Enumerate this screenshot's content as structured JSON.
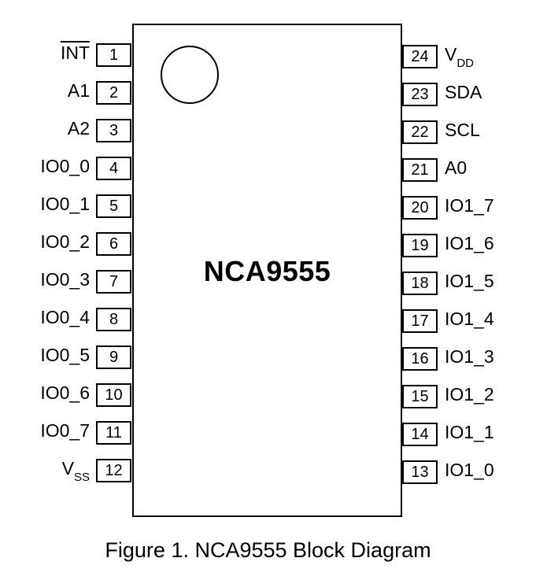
{
  "chip": {
    "name": "NCA9555"
  },
  "pins": {
    "left": [
      {
        "num": "1",
        "label": "INT",
        "overline": true
      },
      {
        "num": "2",
        "label": "A1"
      },
      {
        "num": "3",
        "label": "A2"
      },
      {
        "num": "4",
        "label": "IO0_0"
      },
      {
        "num": "5",
        "label": "IO0_1"
      },
      {
        "num": "6",
        "label": "IO0_2"
      },
      {
        "num": "7",
        "label": "IO0_3"
      },
      {
        "num": "8",
        "label": "IO0_4"
      },
      {
        "num": "9",
        "label": "IO0_5"
      },
      {
        "num": "10",
        "label": "IO0_6"
      },
      {
        "num": "11",
        "label": "IO0_7"
      },
      {
        "num": "12",
        "label": "V",
        "sub": "SS"
      }
    ],
    "right": [
      {
        "num": "24",
        "label": "V",
        "sub": "DD"
      },
      {
        "num": "23",
        "label": "SDA"
      },
      {
        "num": "22",
        "label": "SCL"
      },
      {
        "num": "21",
        "label": "A0"
      },
      {
        "num": "20",
        "label": "IO1_7"
      },
      {
        "num": "19",
        "label": "IO1_6"
      },
      {
        "num": "18",
        "label": "IO1_5"
      },
      {
        "num": "17",
        "label": "IO1_4"
      },
      {
        "num": "16",
        "label": "IO1_3"
      },
      {
        "num": "15",
        "label": "IO1_2"
      },
      {
        "num": "14",
        "label": "IO1_1"
      },
      {
        "num": "13",
        "label": "IO1_0"
      }
    ]
  },
  "caption": "Figure 1. NCA9555 Block Diagram",
  "colors": {
    "line": "#000000",
    "background": "#ffffff"
  }
}
